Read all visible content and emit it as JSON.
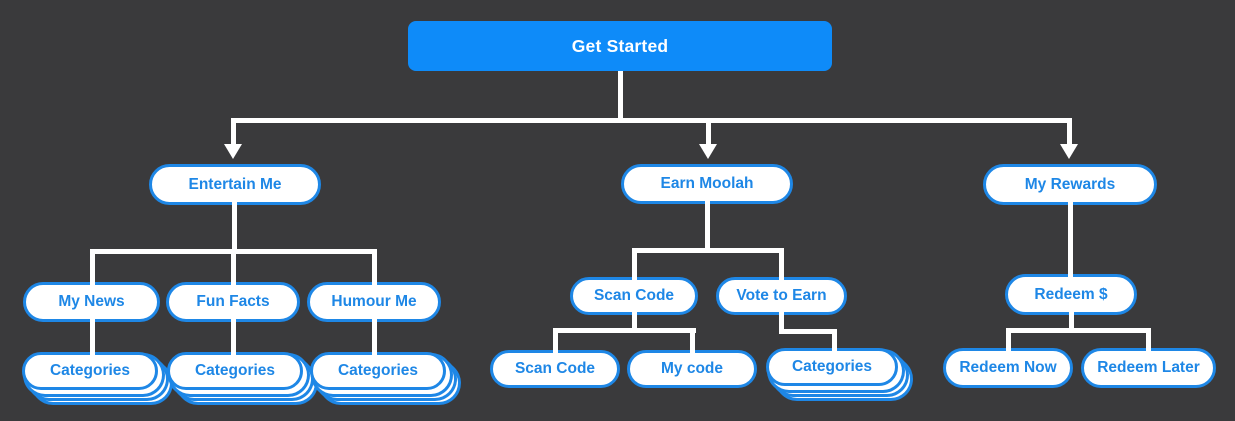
{
  "colors": {
    "background": "#3a3a3c",
    "root_fill": "#0e8bf9",
    "root_text": "#ffffff",
    "node_fill": "#ffffff",
    "node_border": "#1e87e6",
    "node_text": "#1e87e6",
    "connector": "#ffffff"
  },
  "tree": {
    "label": "Get Started",
    "children": [
      {
        "label": "Entertain Me",
        "children": [
          {
            "label": "My News",
            "children": [
              {
                "label": "Categories",
                "stacked": true
              }
            ]
          },
          {
            "label": "Fun Facts",
            "children": [
              {
                "label": "Categories",
                "stacked": true
              }
            ]
          },
          {
            "label": "Humour Me",
            "children": [
              {
                "label": "Categories",
                "stacked": true
              }
            ]
          }
        ]
      },
      {
        "label": "Earn Moolah",
        "children": [
          {
            "label": "Scan Code",
            "children": [
              {
                "label": "Scan Code"
              },
              {
                "label": "My code"
              }
            ]
          },
          {
            "label": "Vote to Earn",
            "children": [
              {
                "label": "Categories",
                "stacked": true
              }
            ]
          }
        ]
      },
      {
        "label": "My Rewards",
        "children": [
          {
            "label": "Redeem $",
            "children": [
              {
                "label": "Redeem Now"
              },
              {
                "label": "Redeem Later"
              }
            ]
          }
        ]
      }
    ]
  }
}
